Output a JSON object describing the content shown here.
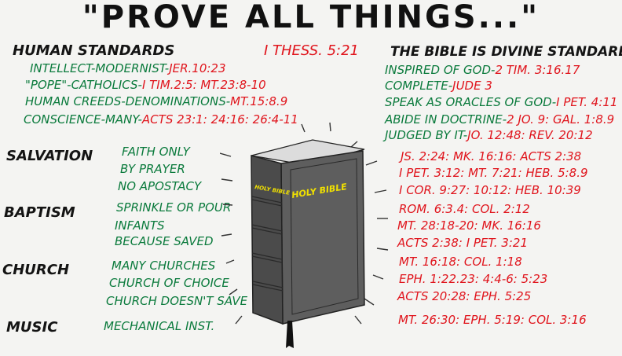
{
  "title": "\"PROVE ALL THINGS...\"",
  "human": {
    "header": "HUMAN STANDARDS",
    "items": [
      {
        "label": "INTELLECT-MODERNIST-",
        "ref": "JER.10:23"
      },
      {
        "label": "\"POPE\"-CATHOLICS-",
        "ref": "I TIM.2:5: MT.23:8-10"
      },
      {
        "label": "HUMAN CREEDS-DENOMINATIONS-",
        "ref": "MT.15:8.9"
      },
      {
        "label": "CONSCIENCE-MANY-",
        "ref": "ACTS 23:1: 24:16: 26:4-11"
      }
    ]
  },
  "center_ref": "I THESS. 5:21",
  "bible": {
    "header": "THE BIBLE IS DIVINE STANDARD",
    "items": [
      {
        "label": "INSPIRED OF GOD-",
        "ref": "2 TIM. 3:16.17"
      },
      {
        "label": "COMPLETE-",
        "ref": "JUDE 3"
      },
      {
        "label": "SPEAK AS ORACLES OF GOD-",
        "ref": "I PET. 4:11"
      },
      {
        "label": "ABIDE IN DOCTRINE-",
        "ref": "2 JO. 9: GAL. 1:8.9"
      },
      {
        "label": "JUDGED BY IT-",
        "ref": "JO. 12:48: REV. 20:12"
      }
    ]
  },
  "book": {
    "cover_text": "HOLY BIBLE",
    "spine_text": "HOLY BIBLE"
  },
  "sections": [
    {
      "name": "SALVATION",
      "items": [
        "FAITH ONLY",
        "BY PRAYER",
        "NO APOSTACY"
      ],
      "refs": [
        "JS. 2:24: MK. 16:16: ACTS 2:38",
        "I PET. 3:12: MT. 7:21: HEB. 5:8.9",
        "I COR. 9:27: 10:12: HEB. 10:39"
      ]
    },
    {
      "name": "BAPTISM",
      "items": [
        "SPRINKLE OR POUR",
        "INFANTS",
        "BECAUSE SAVED"
      ],
      "refs": [
        "ROM. 6:3.4: COL. 2:12",
        "MT. 28:18-20: MK. 16:16",
        "ACTS 2:38: I PET. 3:21"
      ]
    },
    {
      "name": "CHURCH",
      "items": [
        "MANY CHURCHES",
        "CHURCH OF CHOICE",
        "CHURCH DOESN'T SAVE"
      ],
      "refs": [
        "MT. 16:18: COL. 1:18",
        "EPH. 1:22.23: 4:4-6: 5:23",
        "ACTS 20:28: EPH. 5:25"
      ]
    },
    {
      "name": "MUSIC",
      "items": [
        "MECHANICAL INST."
      ],
      "refs": [
        "MT. 26:30: EPH. 5:19: COL. 3:16"
      ]
    }
  ],
  "colors": {
    "black": "#141414",
    "green": "#0a7a3c",
    "red": "#e0141c",
    "book": "#5e5e5e",
    "gold": "#f0e000"
  }
}
